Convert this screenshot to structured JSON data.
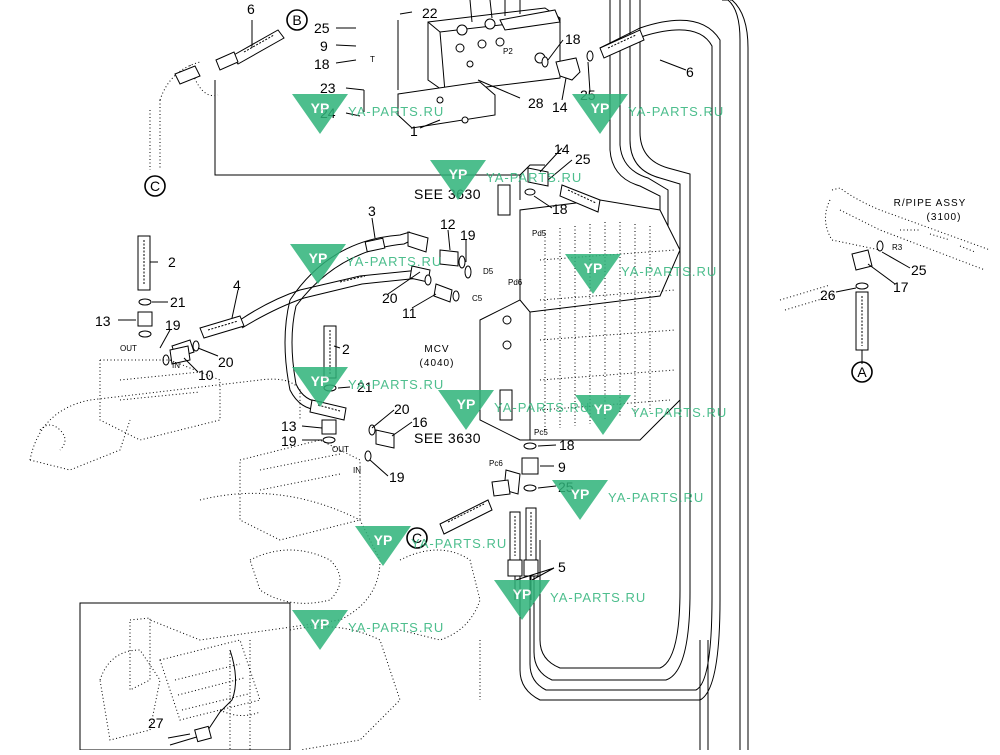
{
  "callouts": [
    "6",
    "25",
    "9",
    "18",
    "22",
    "23",
    "24",
    "1",
    "28",
    "14",
    "25",
    "18",
    "6",
    "14",
    "25",
    "18",
    "3",
    "12",
    "19",
    "2",
    "21",
    "4",
    "13",
    "19",
    "10",
    "20",
    "20",
    "11",
    "2",
    "21",
    "20",
    "16",
    "13",
    "19",
    "19",
    "18",
    "9",
    "25",
    "5",
    "25",
    "17",
    "26",
    "27"
  ],
  "circle_labels": {
    "b": "B",
    "c_top": "C",
    "c_bottom": "C",
    "a": "A"
  },
  "small_labels": {
    "t": "T",
    "p2": "P2",
    "pd5": "Pd5",
    "d5": "D5",
    "pd6": "Pd6",
    "c5": "C5",
    "out1": "OUT",
    "in1": "IN",
    "out2": "OUT",
    "in2": "IN",
    "pc5": "Pc5",
    "pc6": "Pc6",
    "r3": "R3"
  },
  "mcv": {
    "title": "MCV",
    "code": "(4040)"
  },
  "see_refs": [
    "SEE 3630",
    "SEE 3630"
  ],
  "pipe_assy": {
    "title": "R/PIPE ASSY",
    "code": "(3100)"
  },
  "watermark": {
    "text": "YA-PARTS.RU",
    "badge": "YP",
    "color": "#2fb37a"
  }
}
